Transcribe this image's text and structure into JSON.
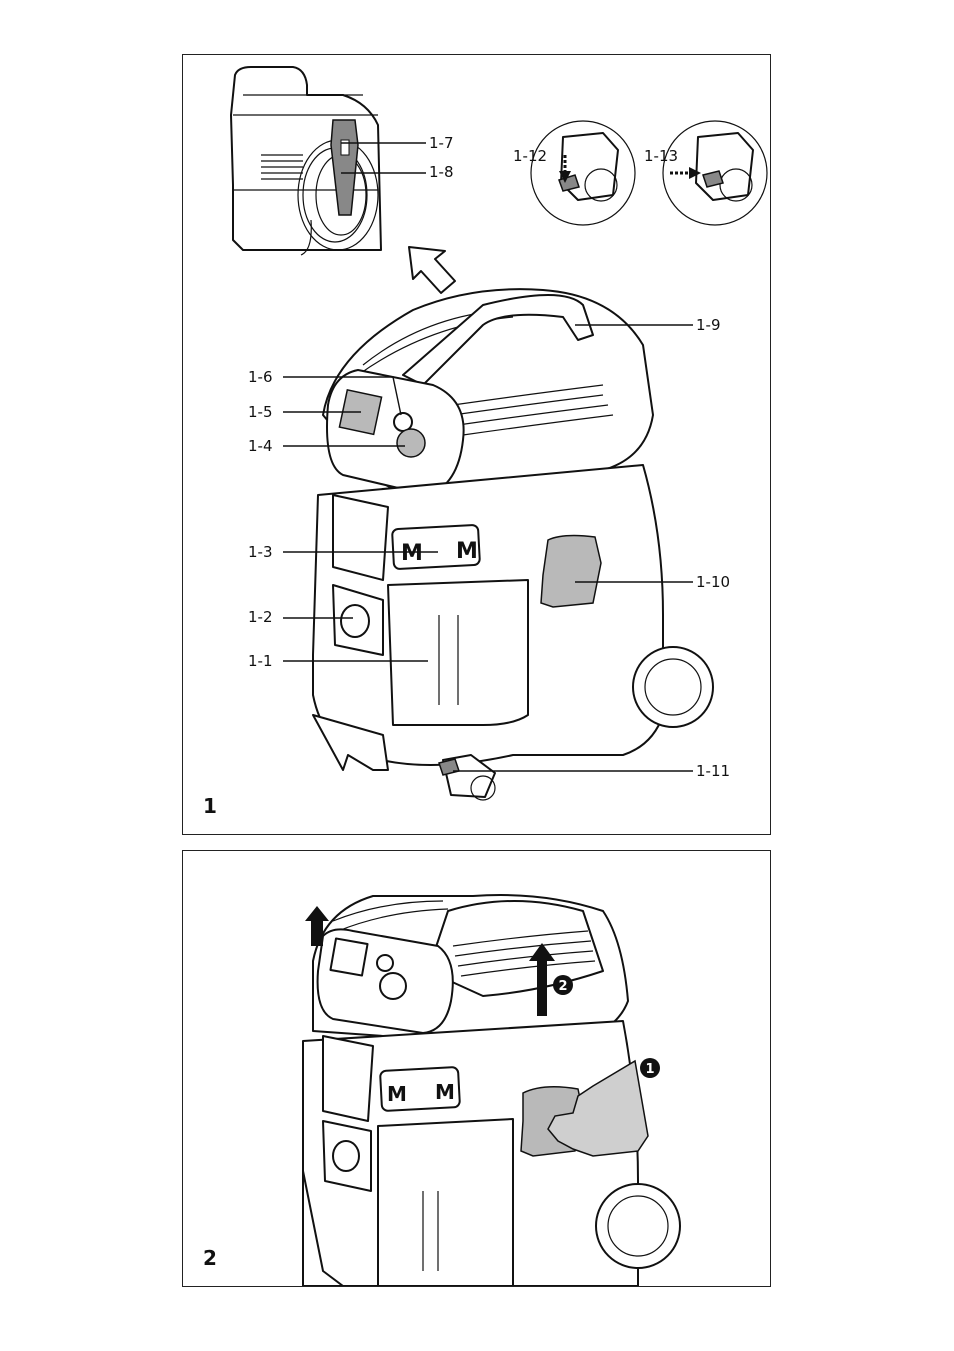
{
  "figure1": {
    "number": "1",
    "labels": {
      "l1_1": "1-1",
      "l1_2": "1-2",
      "l1_3": "1-3",
      "l1_4": "1-4",
      "l1_5": "1-5",
      "l1_6": "1-6",
      "l1_7": "1-7",
      "l1_8": "1-8",
      "l1_9": "1-9",
      "l1_10": "1-10",
      "l1_11": "1-11",
      "l1_12": "1-12",
      "l1_13": "1-13"
    },
    "mode_badge_left": "M",
    "mode_badge_right": "M"
  },
  "figure2": {
    "number": "2",
    "step_markers": [
      "1",
      "2"
    ],
    "mode_badge_left": "M",
    "mode_badge_right": "M"
  },
  "colors": {
    "line": "#111111",
    "shade": "#b9b9b9",
    "hand_shade": "#cfcfcf"
  }
}
